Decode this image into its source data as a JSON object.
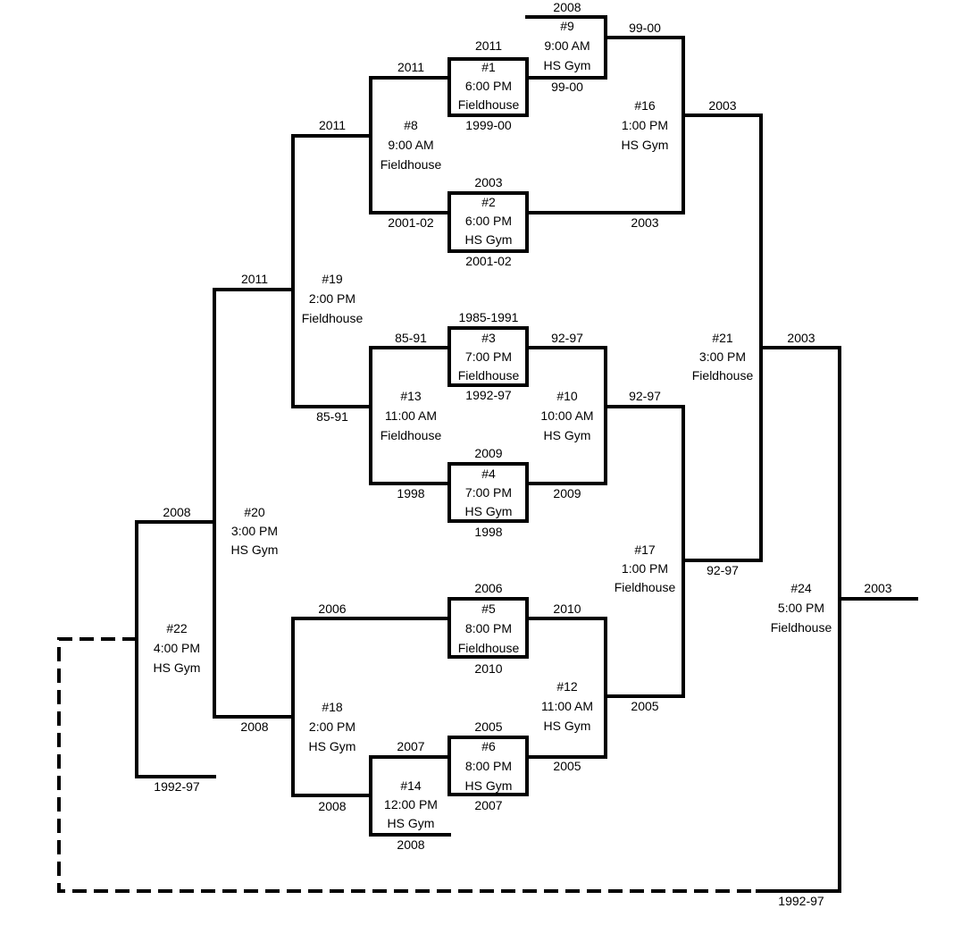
{
  "games": [
    {
      "id": "g1",
      "lines": [
        "#1",
        "6:00 PM",
        "Fieldhouse"
      ],
      "top_team": "2011",
      "bottom_team": "1999-00"
    },
    {
      "id": "g2",
      "lines": [
        "#2",
        "6:00 PM",
        "HS Gym"
      ],
      "top_team": "2003",
      "bottom_team": "2001-02"
    },
    {
      "id": "g3",
      "lines": [
        "#3",
        "7:00 PM",
        "Fieldhouse"
      ],
      "top_team": "1985-1991",
      "bottom_team": "1992-97"
    },
    {
      "id": "g4",
      "lines": [
        "#4",
        "7:00 PM",
        "HS Gym"
      ],
      "top_team": "2009",
      "bottom_team": "1998"
    },
    {
      "id": "g5",
      "lines": [
        "#5",
        "8:00 PM",
        "Fieldhouse"
      ],
      "top_team": "2006",
      "bottom_team": "2010"
    },
    {
      "id": "g6",
      "lines": [
        "#6",
        "8:00 PM",
        "HS Gym"
      ],
      "top_team": "2005",
      "bottom_team": "2007"
    },
    {
      "id": "g8",
      "lines": [
        "#8",
        "9:00 AM",
        "Fieldhouse"
      ]
    },
    {
      "id": "g9",
      "lines": [
        "#9",
        "9:00 AM",
        "HS Gym"
      ],
      "top_team": "2008"
    },
    {
      "id": "g10",
      "lines": [
        "#10",
        "10:00 AM",
        "HS Gym"
      ]
    },
    {
      "id": "g12",
      "lines": [
        "#12",
        "11:00 AM",
        "HS Gym"
      ]
    },
    {
      "id": "g13",
      "lines": [
        "#13",
        "11:00 AM",
        "Fieldhouse"
      ]
    },
    {
      "id": "g14",
      "lines": [
        "#14",
        "12:00 PM",
        "HS Gym"
      ],
      "bottom_team": "2008"
    },
    {
      "id": "g16",
      "lines": [
        "#16",
        "1:00 PM",
        "HS Gym"
      ]
    },
    {
      "id": "g17",
      "lines": [
        "#17",
        "1:00 PM",
        "Fieldhouse"
      ]
    },
    {
      "id": "g18",
      "lines": [
        "#18",
        "2:00 PM",
        "HS Gym"
      ]
    },
    {
      "id": "g19",
      "lines": [
        "#19",
        "2:00 PM",
        "Fieldhouse"
      ]
    },
    {
      "id": "g20",
      "lines": [
        "#20",
        "3:00 PM",
        "HS Gym"
      ]
    },
    {
      "id": "g21",
      "lines": [
        "#21",
        "3:00 PM",
        "Fieldhouse"
      ]
    },
    {
      "id": "g22",
      "lines": [
        "#22",
        "4:00 PM",
        "HS Gym"
      ]
    },
    {
      "id": "g24",
      "lines": [
        "#24",
        "5:00 PM",
        "Fieldhouse"
      ]
    }
  ],
  "line_labels": [
    {
      "id": "l-2011-g1in",
      "text": "2011"
    },
    {
      "id": "l-9900-g9out",
      "text": "99-00"
    },
    {
      "id": "l-9900-g9in",
      "text": "99-00"
    },
    {
      "id": "l-2011-g8",
      "text": "2011"
    },
    {
      "id": "l-0102-g8",
      "text": "2001-02"
    },
    {
      "id": "l-2003-g2out",
      "text": "2003"
    },
    {
      "id": "l-2003-g16out",
      "text": "2003"
    },
    {
      "id": "l-2011-g19in",
      "text": "2011"
    },
    {
      "id": "l-2011-g20in",
      "text": "2011"
    },
    {
      "id": "l-8591-g3in",
      "text": "85-91"
    },
    {
      "id": "l-9297-g3out",
      "text": "92-97"
    },
    {
      "id": "l-8591-g19",
      "text": "85-91"
    },
    {
      "id": "l-9297-g10out",
      "text": "92-97"
    },
    {
      "id": "l-1998-g4in",
      "text": "1998"
    },
    {
      "id": "l-2009-g4out",
      "text": "2009"
    },
    {
      "id": "l-2003-g21out",
      "text": "2003"
    },
    {
      "id": "l-9297-g17out",
      "text": "92-97"
    },
    {
      "id": "l-2008-g22in",
      "text": "2008"
    },
    {
      "id": "l-2006-g5in",
      "text": "2006"
    },
    {
      "id": "l-2010-g5out",
      "text": "2010"
    },
    {
      "id": "l-2005-g12out",
      "text": "2005"
    },
    {
      "id": "l-2003-final",
      "text": "2003"
    },
    {
      "id": "l-2008-g20out",
      "text": "2008"
    },
    {
      "id": "l-2007-g6in",
      "text": "2007"
    },
    {
      "id": "l-2005-g6out",
      "text": "2005"
    },
    {
      "id": "l-2008-g18out",
      "text": "2008"
    },
    {
      "id": "l-9297-g22out",
      "text": "1992-97"
    },
    {
      "id": "l-9297-g24in",
      "text": "1992-97"
    }
  ]
}
